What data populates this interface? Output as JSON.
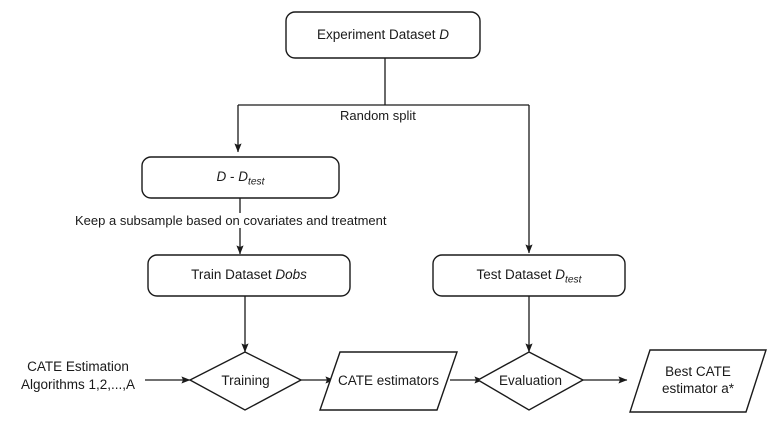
{
  "diagram": {
    "title": "CATE estimation experiment flowchart",
    "stroke_color": "#1a1a1a",
    "fill_color": "#ffffff",
    "nodes": {
      "experiment_dataset": {
        "text": "Experiment Dataset D",
        "shape": "rounded-rectangle",
        "math_suffix": "D"
      },
      "d_minus_dtest": {
        "text": "D - Dtest",
        "shape": "rounded-rectangle",
        "base": "D - D",
        "subscript": "test"
      },
      "train_dataset": {
        "text": "Train Dataset Dobs",
        "shape": "rounded-rectangle",
        "prefix": "Train Dataset ",
        "math": "Dobs"
      },
      "test_dataset": {
        "text": "Test Dataset Dtest",
        "shape": "rounded-rectangle",
        "prefix": "Test Dataset ",
        "base": "D",
        "subscript": "test"
      },
      "training": {
        "text": "Training",
        "shape": "diamond"
      },
      "cate_estimators": {
        "text": "CATE estimators",
        "shape": "parallelogram"
      },
      "evaluation": {
        "text": "Evaluation",
        "shape": "diamond"
      },
      "best_estimator": {
        "text": "Best CATE\nestimator a*",
        "shape": "parallelogram"
      }
    },
    "free_text": {
      "algorithms": "CATE Estimation\nAlgorithms 1,2,...,A"
    },
    "edge_labels": {
      "random_split": "Random split",
      "keep_subsample": "Keep a subsample based on covariates and treatment"
    }
  }
}
